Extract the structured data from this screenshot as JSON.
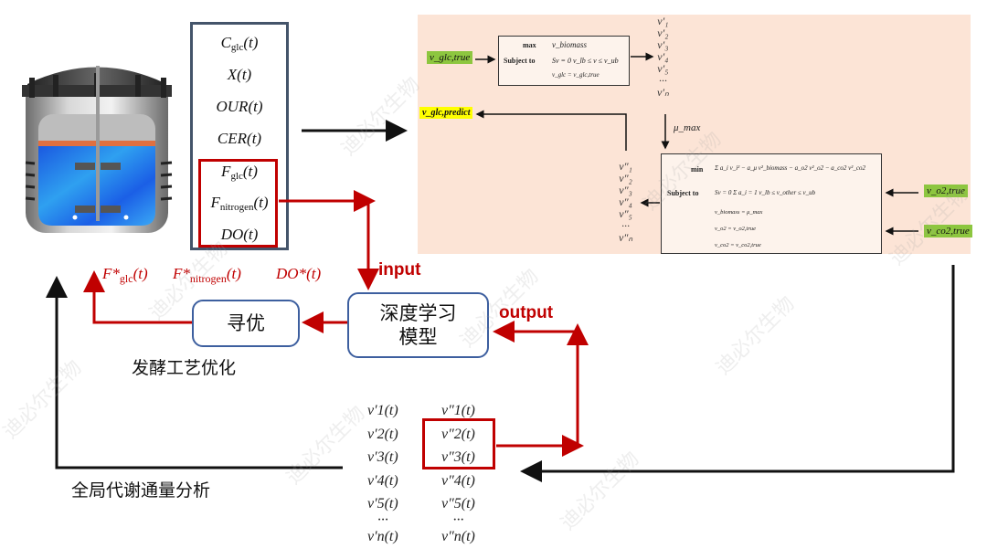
{
  "reactor": {
    "label": "bioreactor-illustration"
  },
  "process_variables": [
    {
      "main": "C",
      "sub": "glc",
      "arg": "(t)"
    },
    {
      "main": "X",
      "sub": "",
      "arg": "(t)"
    },
    {
      "main": "OUR",
      "sub": "",
      "arg": "(t)"
    },
    {
      "main": "CER",
      "sub": "",
      "arg": "(t)"
    },
    {
      "main": "F",
      "sub": "glc",
      "arg": "(t)"
    },
    {
      "main": "F",
      "sub": "nitrogen",
      "arg": "(t)"
    },
    {
      "main": "DO",
      "sub": "",
      "arg": "(t)"
    }
  ],
  "fba_panel": {
    "input_glc_true": "v_glc,true",
    "output_glc_predict": "v_glc,predict",
    "input_o2_true": "v_o2,true",
    "input_co2_true": "v_co2,true",
    "mu_max_label": "μ_max",
    "step1": {
      "objective_kw": "max",
      "objective": "v_biomass",
      "subject_kw": "Subject to",
      "constraint1": "Sv = 0   v_lb ≤ v ≤ v_ub",
      "constraint2": "v_glc = v_glc,true"
    },
    "step2": {
      "objective_kw": "min",
      "objective": "Σ a_i v_i² − a_μ v²_biomass − a_o2 v²_o2 − a_co2 v²_co2",
      "subject_kw": "Subject to",
      "constraint1": "Sv = 0   Σ a_i = 1   v_lb ≤ v_other ≤ v_ub",
      "constraint2": "v_biomass = μ_max",
      "constraint3": "v_o2 = v_o2,true",
      "constraint4": "v_co2 = v_co2,true"
    },
    "flux_prime_list": [
      "v′₁",
      "v′₂",
      "v′₃",
      "v′₄",
      "v′₅",
      "···",
      "v′ₙ"
    ],
    "flux_dprime_list": [
      "v″₁",
      "v″₂",
      "v″₃",
      "v″₄",
      "v″₅",
      "···",
      "v″ₙ"
    ]
  },
  "labels": {
    "input": "input",
    "output": "output",
    "deep_model_line1": "深度学习",
    "deep_model_line2": "模型",
    "optimize": "寻优",
    "fermentation_opt": "发酵工艺优化",
    "global_flux": "全局代谢通量分析"
  },
  "optimal_vars": [
    {
      "main": "F*",
      "sub": "glc",
      "arg": "(t)"
    },
    {
      "main": "F*",
      "sub": "nitrogen",
      "arg": "(t)"
    },
    {
      "main": "DO*",
      "sub": "",
      "arg": "(t)"
    }
  ],
  "flux_timeseries": {
    "prime": [
      "v′1(t)",
      "v′2(t)",
      "v′3(t)",
      "v′4(t)",
      "v′5(t)",
      "···",
      "v′n(t)"
    ],
    "dprime": [
      "v″1(t)",
      "v″2(t)",
      "v″3(t)",
      "v″4(t)",
      "v″5(t)",
      "···",
      "v″n(t)"
    ]
  },
  "watermark": "迪必尔生物",
  "colors": {
    "accent_red": "#c00000",
    "box_blue": "#3d5f9f",
    "panel_bg": "#fce4d6",
    "tag_green": "#8dc63f",
    "tag_yellow": "#ffff00"
  }
}
